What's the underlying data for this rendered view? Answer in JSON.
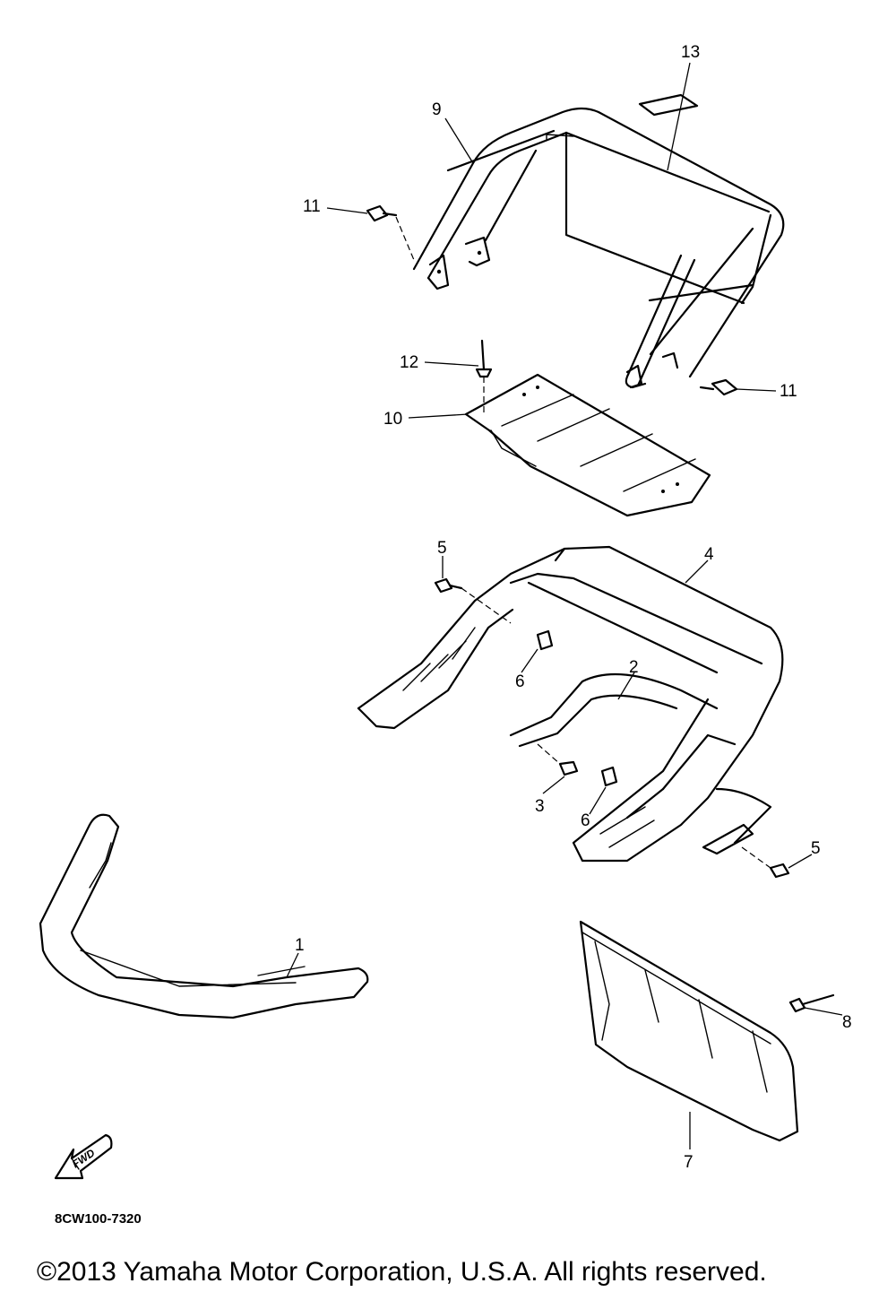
{
  "diagram": {
    "diagram_code": "8CW100-7320",
    "fwd_label": "FWD",
    "copyright": "©2013 Yamaha Motor Corporation, U.S.A. All rights reserved."
  },
  "callouts": {
    "c1": "1",
    "c2": "2",
    "c3": "3",
    "c4": "4",
    "c5a": "5",
    "c5b": "5",
    "c6a": "6",
    "c6b": "6",
    "c7": "7",
    "c8": "8",
    "c9": "9",
    "c10": "10",
    "c11a": "11",
    "c11b": "11",
    "c12": "12",
    "c13": "13"
  }
}
